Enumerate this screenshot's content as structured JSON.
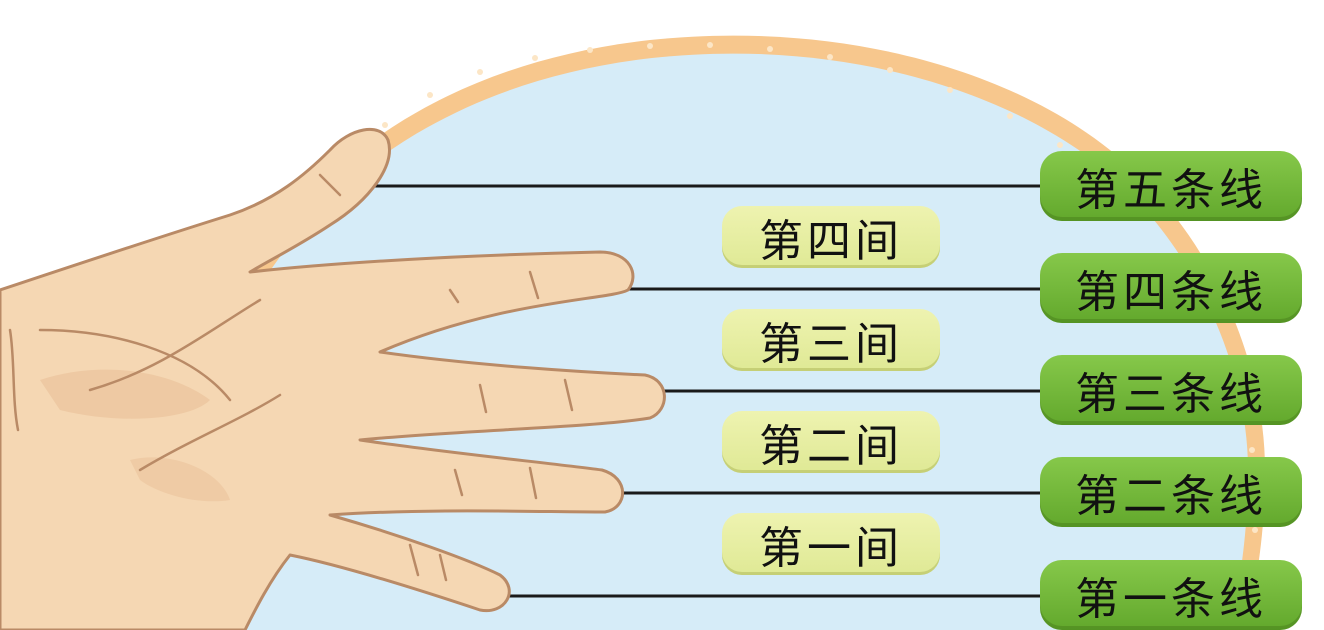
{
  "staff_lines": [
    {
      "label": "第五条线"
    },
    {
      "label": "第四条线"
    },
    {
      "label": "第三条线"
    },
    {
      "label": "第二条线"
    },
    {
      "label": "第一条线"
    }
  ],
  "staff_spaces": [
    {
      "label": "第四间"
    },
    {
      "label": "第三间"
    },
    {
      "label": "第二间"
    },
    {
      "label": "第一间"
    }
  ],
  "colors": {
    "background_bubble": "#d6ecf8",
    "bubble_border": "#f7c78d",
    "line_label_green": "#73b83b",
    "space_label_yellow": "#e6ee9f",
    "skin": "#f5d7b3"
  },
  "icons": [
    "hand-illustration"
  ]
}
